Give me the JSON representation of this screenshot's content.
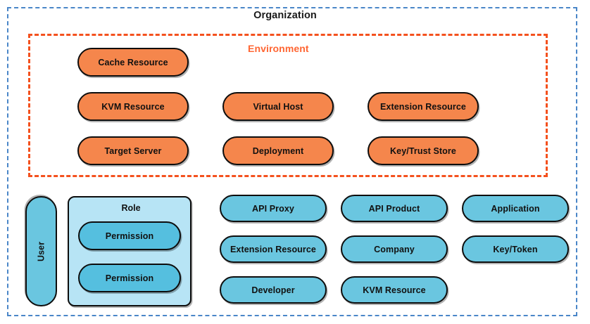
{
  "diagram": {
    "organization": {
      "title": "Organization",
      "border_color": "#4a86c8",
      "border_style": "dashed"
    },
    "environment": {
      "title": "Environment",
      "title_color": "#ff6633",
      "border_color": "#f4511e",
      "border_style": "dashed",
      "entities": [
        {
          "label": "Cache Resource",
          "color": "#f5864c",
          "col": 1,
          "row": 1
        },
        {
          "label": "KVM Resource",
          "color": "#f5864c",
          "col": 1,
          "row": 2
        },
        {
          "label": "Target Server",
          "color": "#f5864c",
          "col": 1,
          "row": 3
        },
        {
          "label": "Virtual Host",
          "color": "#f5864c",
          "col": 2,
          "row": 2
        },
        {
          "label": "Deployment",
          "color": "#f5864c",
          "col": 2,
          "row": 3
        },
        {
          "label": "Extension Resource",
          "color": "#f5864c",
          "col": 3,
          "row": 2
        },
        {
          "label": "Key/Trust Store",
          "color": "#f5864c",
          "col": 3,
          "row": 3
        }
      ]
    },
    "org_level": {
      "user": {
        "label": "User",
        "color": "#6ac6e0",
        "orientation": "vertical"
      },
      "role": {
        "label": "Role",
        "color": "#b7e4f5",
        "permissions": [
          {
            "label": "Permission",
            "color": "#55bfdf"
          },
          {
            "label": "Permission",
            "color": "#55bfdf"
          }
        ]
      },
      "entities": [
        {
          "label": "API Proxy",
          "color": "#6ac6e0",
          "col": 1,
          "row": 1
        },
        {
          "label": "Extension Resource",
          "color": "#6ac6e0",
          "col": 1,
          "row": 2
        },
        {
          "label": "Developer",
          "color": "#6ac6e0",
          "col": 1,
          "row": 3
        },
        {
          "label": "API Product",
          "color": "#6ac6e0",
          "col": 2,
          "row": 1
        },
        {
          "label": "Company",
          "color": "#6ac6e0",
          "col": 2,
          "row": 2
        },
        {
          "label": "KVM Resource",
          "color": "#6ac6e0",
          "col": 2,
          "row": 3
        },
        {
          "label": "Application",
          "color": "#6ac6e0",
          "col": 3,
          "row": 1
        },
        {
          "label": "Key/Token",
          "color": "#6ac6e0",
          "col": 3,
          "row": 2
        }
      ]
    }
  }
}
